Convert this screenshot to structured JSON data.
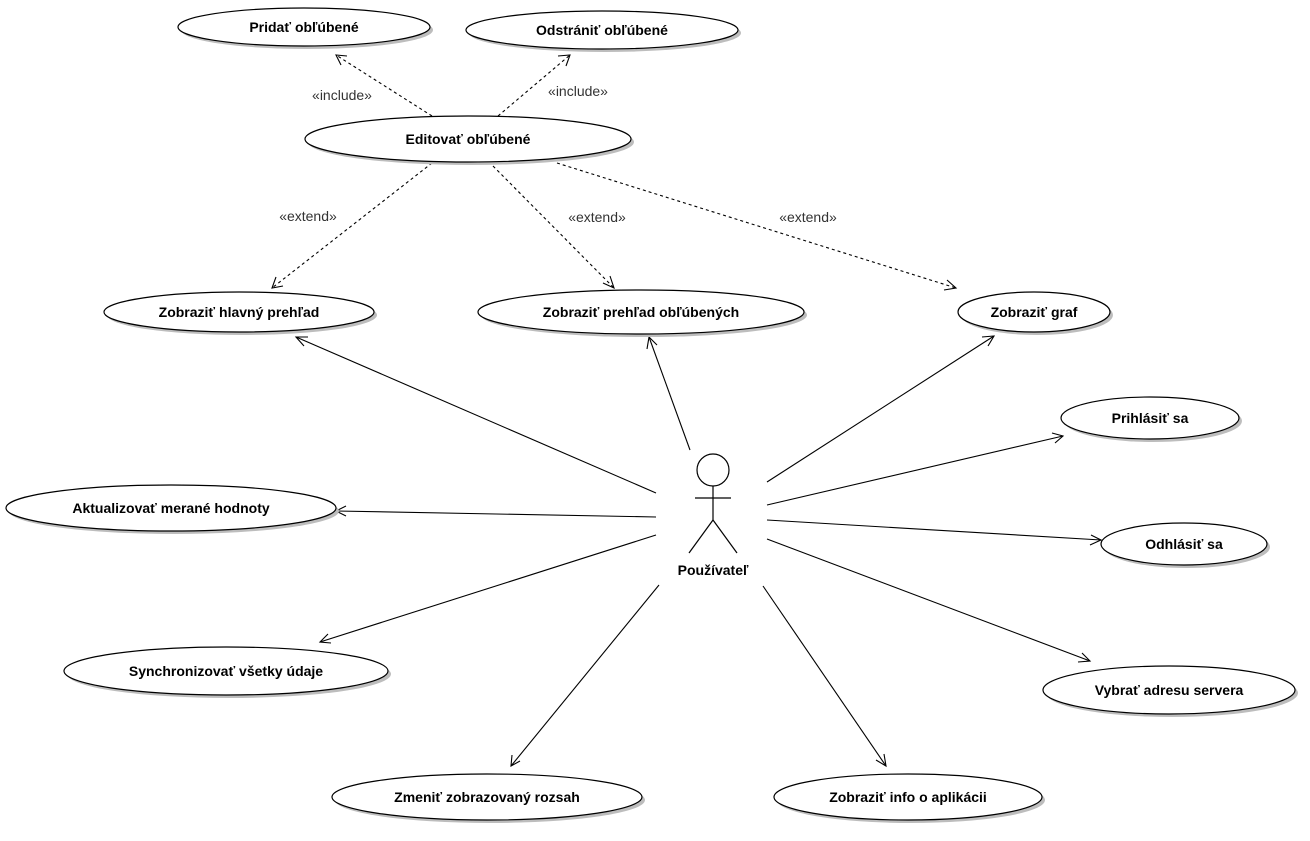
{
  "actor": {
    "label": "Používateľ"
  },
  "use_cases": {
    "pridat": "Pridať obľúbené",
    "odstranit": "Odstrániť obľúbené",
    "editovat": "Editovať obľúbené",
    "hlavny": "Zobraziť hlavný prehľad",
    "prehlad_obl": "Zobraziť prehľad obľúbených",
    "graf": "Zobraziť graf",
    "prihlasit": "Prihlásiť sa",
    "aktualizovat": "Aktualizovať merané hodnoty",
    "odhlasit": "Odhlásiť sa",
    "synchronizovat": "Synchronizovať všetky údaje",
    "vybrat": "Vybrať adresu servera",
    "zmenit": "Zmeniť zobrazovaný rozsah",
    "info": "Zobraziť info o aplikácii"
  },
  "stereotypes": {
    "include": "«include»",
    "extend": "«extend»"
  },
  "colors": {
    "line": "#000000",
    "shape_fill": "#ffffff",
    "shadow": "#bdbdbd"
  }
}
